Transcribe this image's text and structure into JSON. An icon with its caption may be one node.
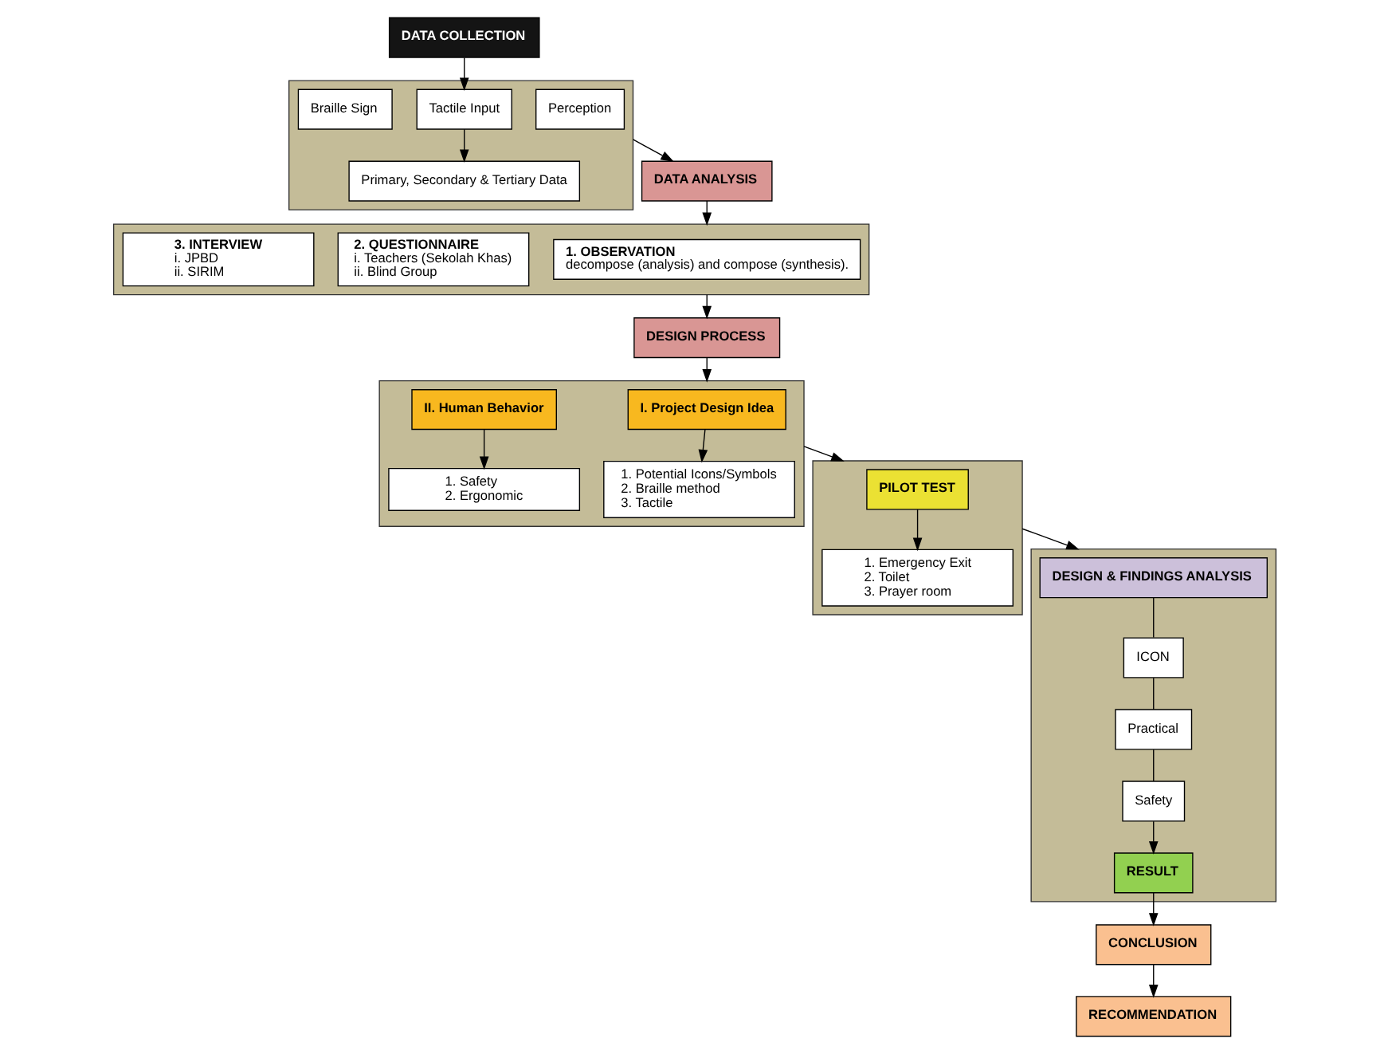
{
  "diagram": {
    "nodes": [
      {
        "text": [
          "DATA COLLECTION"
        ]
      },
      {
        "text": [],
        "shape": "box"
      },
      {
        "text": [
          "Perception"
        ],
        "in": 1
      },
      {
        "text": [
          "Tactile Input"
        ],
        "in": 1
      },
      {
        "text": [
          "Braille Sign"
        ],
        "in": 1
      },
      {
        "text": [
          "Primary, Secondary & Tertiary Data"
        ],
        "in": 1
      },
      {
        "text": [
          "DATA ANALYSIS"
        ]
      },
      {
        "text": [],
        "shape": "box"
      },
      {
        "text": [
          "1. OBSERVATION",
          "decompose (analysis) and compose (synthesis)."
        ],
        "in": 7
      },
      {
        "text": [
          "2. QUESTIONNAIRE",
          "i. Teachers (Sekolah Khas)",
          "ii. Blind Group"
        ],
        "in": 7
      },
      {
        "text": [
          "3. INTERVIEW",
          "i. JPBD",
          "ii. SIRIM"
        ],
        "in": 7
      },
      {
        "text": [
          "DESIGN PROCESS"
        ]
      },
      {
        "text": [],
        "shape": "box"
      },
      {
        "text": [
          "I. Project Design Idea"
        ],
        "in": 12
      },
      {
        "text": [
          "1. Potential Icons/Symbols",
          "2. Braille method",
          "3. Tactile"
        ],
        "in": 12
      },
      {
        "text": [
          "II. Human Behavior"
        ],
        "in": 12
      },
      {
        "text": [
          "1. Safety",
          "2. Ergonomic"
        ],
        "in": 12
      },
      {
        "text": [],
        "shape": "box"
      },
      {
        "text": [
          "PILOT TEST"
        ],
        "in": 17
      },
      {
        "text": [
          "1. Emergency Exit",
          "2. Toilet",
          "3. Prayer room"
        ],
        "in": 17
      },
      {
        "text": [],
        "shape": "box"
      },
      {
        "text": [
          "DESIGN & FINDINGS ANALYSIS"
        ],
        "in": 20
      },
      {
        "text": [
          "ICON"
        ],
        "in": 20
      },
      {
        "text": [
          "Practical"
        ],
        "in": 20
      },
      {
        "text": [
          "Safety"
        ],
        "in": 20
      },
      {
        "text": [
          "RESULT"
        ],
        "in": 20
      },
      {
        "text": [
          "RECOMMENDATION"
        ]
      },
      {
        "text": [
          "CONCLUSION"
        ]
      }
    ],
    "edges": [
      {
        "from": 0,
        "to": 3,
        "arrow": "to"
      },
      {
        "from": 3,
        "to": 5,
        "arrow": "to"
      },
      {
        "from": 1,
        "to": 6,
        "arrow": "to"
      },
      {
        "from": 6,
        "to": 7,
        "arrow": "to"
      },
      {
        "from": 7,
        "to": 11,
        "arrow": "to"
      },
      {
        "from": 11,
        "to": 12,
        "arrow": "to"
      },
      {
        "from": 13,
        "to": 14,
        "arrow": "to"
      },
      {
        "from": 15,
        "to": 16,
        "arrow": "to"
      },
      {
        "from": 12,
        "to": 17,
        "arrow": "to"
      },
      {
        "from": 18,
        "to": 19,
        "arrow": "to"
      },
      {
        "from": 17,
        "to": 20,
        "arrow": "to"
      },
      {
        "from": 21,
        "to": 22,
        "arrow": "none"
      },
      {
        "from": 22,
        "to": 23,
        "arrow": "none"
      },
      {
        "from": 23,
        "to": 24,
        "arrow": "none"
      },
      {
        "from": 24,
        "to": 25,
        "arrow": "to"
      },
      {
        "from": 25,
        "to": 27,
        "arrow": "to"
      },
      {
        "from": 27,
        "to": 26,
        "arrow": "to"
      }
    ]
  }
}
